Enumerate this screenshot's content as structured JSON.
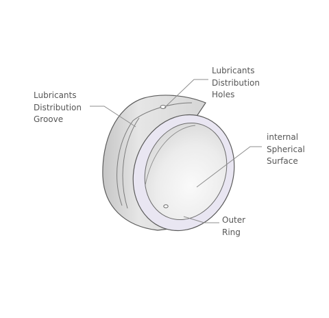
{
  "diagram": {
    "labels": {
      "groove": {
        "lines": [
          "Lubricants",
          "Distribution",
          "Groove"
        ]
      },
      "holes": {
        "lines": [
          "Lubricants",
          "Distribution",
          "Holes"
        ]
      },
      "surface": {
        "lines": [
          "internal",
          "Spherical",
          "Surface"
        ]
      },
      "ring": {
        "lines": [
          "Outer",
          "Ring"
        ]
      }
    },
    "colors": {
      "outline": "#5a5a5a",
      "outer_surface": "#dddddd",
      "inner_surface": "#efefef",
      "face_ring": "#e9e6f2",
      "label_text": "#555555",
      "leader_line": "#8c8c8c"
    }
  }
}
